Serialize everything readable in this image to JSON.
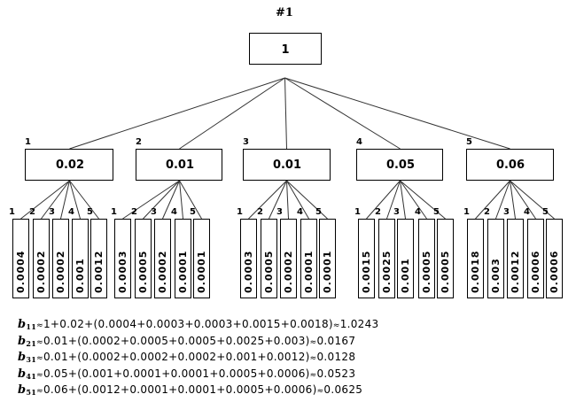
{
  "title": "#1",
  "root": {
    "value": "1"
  },
  "criteria": [
    {
      "index": "1",
      "value": "0.02",
      "children": [
        {
          "index": "1",
          "value": "0.0004"
        },
        {
          "index": "2",
          "value": "0.0002"
        },
        {
          "index": "3",
          "value": "0.0002"
        },
        {
          "index": "4",
          "value": "0.001"
        },
        {
          "index": "5",
          "value": "0.0012"
        }
      ]
    },
    {
      "index": "2",
      "value": "0.01",
      "children": [
        {
          "index": "1",
          "value": "0.0003"
        },
        {
          "index": "2",
          "value": "0.0005"
        },
        {
          "index": "3",
          "value": "0.0002"
        },
        {
          "index": "4",
          "value": "0.0001"
        },
        {
          "index": "5",
          "value": "0.0001"
        }
      ]
    },
    {
      "index": "3",
      "value": "0.01",
      "children": [
        {
          "index": "1",
          "value": "0.0003"
        },
        {
          "index": "2",
          "value": "0.0005"
        },
        {
          "index": "3",
          "value": "0.0002"
        },
        {
          "index": "4",
          "value": "0.0001"
        },
        {
          "index": "5",
          "value": "0.0001"
        }
      ]
    },
    {
      "index": "4",
      "value": "0.05",
      "children": [
        {
          "index": "1",
          "value": "0.0015"
        },
        {
          "index": "2",
          "value": "0.0025"
        },
        {
          "index": "3",
          "value": "0.001"
        },
        {
          "index": "4",
          "value": "0.0005"
        },
        {
          "index": "5",
          "value": "0.0005"
        }
      ]
    },
    {
      "index": "5",
      "value": "0.06",
      "children": [
        {
          "index": "1",
          "value": "0.0018"
        },
        {
          "index": "2",
          "value": "0.003"
        },
        {
          "index": "3",
          "value": "0.0012"
        },
        {
          "index": "4",
          "value": "0.0006"
        },
        {
          "index": "5",
          "value": "0.0006"
        }
      ]
    }
  ],
  "formulas": [
    {
      "symbol": "b",
      "subscript": "11",
      "approx": "≈",
      "expression": "1+0.02+(0.0004+0.0003+0.0003+0.0015+0.0018)",
      "approx2": "≈",
      "result": "1.0243"
    },
    {
      "symbol": "b",
      "subscript": "21",
      "approx": "≈",
      "expression": "0.01+(0.0002+0.0005+0.0005+0.0025+0.003)",
      "approx2": "≈",
      "result": "0.0167"
    },
    {
      "symbol": "b",
      "subscript": "31",
      "approx": "≈",
      "expression": "0.01+(0.0002+0.0002+0.0002+0.001+0.0012)",
      "approx2": "≈",
      "result": "0.0128"
    },
    {
      "symbol": "b",
      "subscript": "41",
      "approx": "≈",
      "expression": "0.05+(0.001+0.0001+0.0001+0.0005+0.0006)",
      "approx2": "≈",
      "result": "0.0523"
    },
    {
      "symbol": "b",
      "subscript": "51",
      "approx": "≈",
      "expression": "0.06+(0.0012+0.0001+0.0001+0.0005+0.0006)",
      "approx2": "≈",
      "result": "0.0625"
    }
  ]
}
